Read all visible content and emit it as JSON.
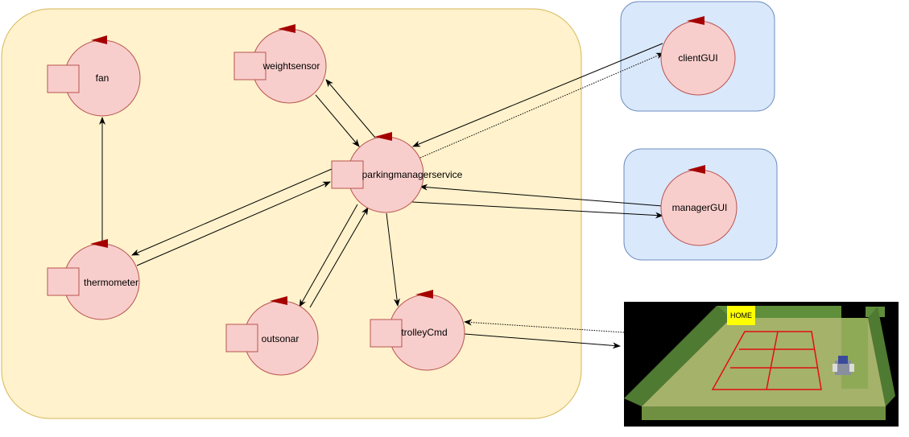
{
  "colors": {
    "system_fill": "#fff2cc",
    "system_stroke": "#d6b656",
    "gui_fill": "#dae8fc",
    "gui_stroke": "#6c8ebf",
    "actor_fill": "#f8cecc",
    "actor_stroke": "#b85450",
    "flag": "#a50000",
    "arrow": "#000000",
    "home_badge": "#ffff00"
  },
  "actors": {
    "fan": "fan",
    "weightsensor": "weightsensor",
    "parkingmanagerservice": "parkingmanagerservice",
    "thermometer": "thermometer",
    "outsonar": "outsonar",
    "trolleyCmd": "trolleyCmd",
    "clientGUI": "clientGUI",
    "managerGUI": "managerGUI"
  },
  "room_view": {
    "home_label": "HOME"
  },
  "connections": [
    {
      "from": "thermometer",
      "to": "fan",
      "style": "solid"
    },
    {
      "from": "weightsensor",
      "to": "parkingmanagerservice",
      "style": "solid"
    },
    {
      "from": "parkingmanagerservice",
      "to": "weightsensor",
      "style": "solid"
    },
    {
      "from": "parkingmanagerservice",
      "to": "thermometer",
      "style": "solid"
    },
    {
      "from": "thermometer",
      "to": "parkingmanagerservice",
      "style": "solid"
    },
    {
      "from": "parkingmanagerservice",
      "to": "outsonar",
      "style": "solid"
    },
    {
      "from": "outsonar",
      "to": "parkingmanagerservice",
      "style": "solid"
    },
    {
      "from": "parkingmanagerservice",
      "to": "trolleyCmd",
      "style": "solid"
    },
    {
      "from": "clientGUI",
      "to": "parkingmanagerservice",
      "style": "solid"
    },
    {
      "from": "parkingmanagerservice",
      "to": "clientGUI",
      "style": "dotted"
    },
    {
      "from": "managerGUI",
      "to": "parkingmanagerservice",
      "style": "solid"
    },
    {
      "from": "parkingmanagerservice",
      "to": "managerGUI",
      "style": "solid"
    },
    {
      "from": "trolleyCmd",
      "to": "room_view",
      "style": "solid"
    },
    {
      "from": "room_view",
      "to": "trolleyCmd",
      "style": "dotted"
    }
  ]
}
